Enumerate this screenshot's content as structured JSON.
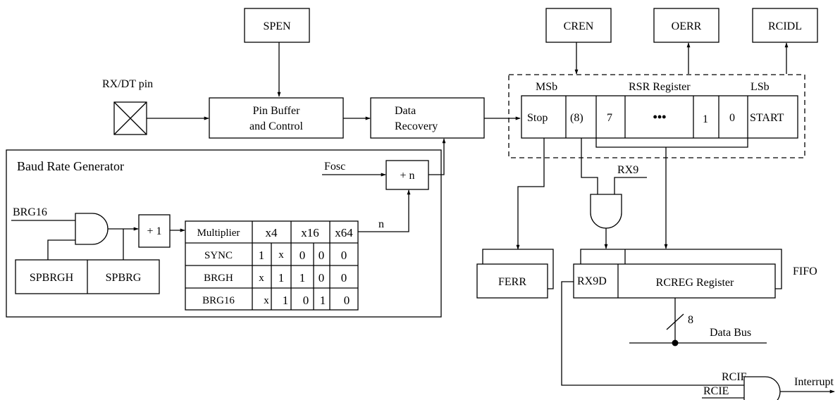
{
  "signals": {
    "spen": "SPEN",
    "cren": "CREN",
    "oerr": "OERR",
    "rcidl": "RCIDL",
    "rx_pin": "RX/DT pin",
    "fosc": "Fosc",
    "brg16_in": "BRG16",
    "rx9": "RX9",
    "rcif": "RCIF",
    "rcie": "RCIE",
    "interrupt": "Interrupt",
    "n_label": "n",
    "bus_width": "8",
    "data_bus": "Data Bus",
    "fifo": "FIFO"
  },
  "blocks": {
    "pin_buffer_line1": "Pin Buffer",
    "pin_buffer_line2": "and Control",
    "data_recovery_line1": "Data",
    "data_recovery_line2": "Recovery",
    "div_n": "+ n",
    "plus_one": "+ 1",
    "baud_title": "Baud Rate Generator",
    "spbrgh": "SPBRGH",
    "spbrg": "SPBRG",
    "ferr": "FERR",
    "rx9d": "RX9D",
    "rcreg": "RCREG Register"
  },
  "rsr": {
    "title": "RSR Register",
    "msb": "MSb",
    "lsb": "LSb",
    "cells": [
      "Stop",
      "(8)",
      "7",
      "•••",
      "1",
      "0",
      "START"
    ]
  },
  "multiplier_table": {
    "header": [
      "Multiplier",
      "x4",
      "x16",
      "x64"
    ],
    "rows": [
      {
        "label": "SYNC",
        "values": [
          "1",
          "x",
          "0",
          "0",
          "0"
        ]
      },
      {
        "label": "BRGH",
        "values": [
          "x",
          "1",
          "1",
          "0",
          "0"
        ]
      },
      {
        "label": "BRG16",
        "values": [
          "x",
          "1",
          "0",
          "1",
          "0"
        ]
      }
    ]
  }
}
